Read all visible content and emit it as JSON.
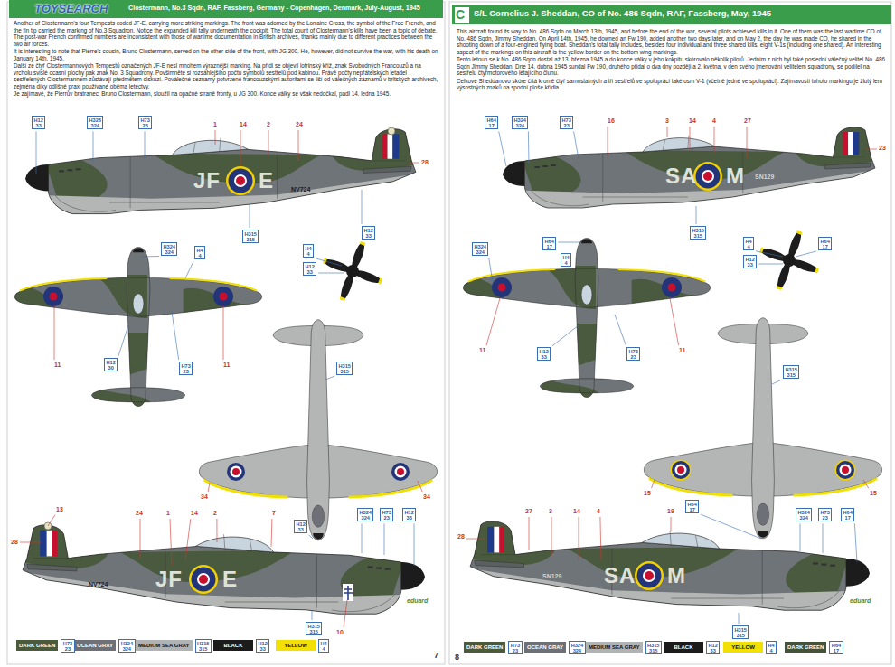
{
  "diagram": {
    "nodes": [
      {
        "text": [
          "Clostermann, No.3 Sqdn, RAF, Fassberg, Germany - Copenhagen, Denmark, July-August, 1945"
        ]
      },
      {
        "text": [
          "S/L Cornelius J. Sheddan, CO of No. 486 Sqdn, RAF, Fassberg, May, 1945"
        ]
      },
      {
        "text": [
          "C"
        ],
        "in": 1
      }
    ],
    "labels": [
      "Another of Clostermann's four Tempests coded JF-E, carrying more striking markings. The front was adorned by the Lorraine Cross, the symbol of the Free French, and the fin tip carried the marking of No.3 Squadron. Notice the expanded kill tally underneath the cockpit. The total count of Clostermann's kills have been a topic of debate. The post-war French confirmed numbers are inconsistent with those of wartime documentation in British archives, thanks mainly due to different practices between the two air forces.",
      "It is interesting to note that Pierre's cousin, Bruno Clostermann, served on the other side of the front, with JG 300. He, however, did not survive the war, with his death on January 14th, 1945.",
      "Další ze čtyř Clostermannových Tempestů označených JF-E nesl mnohem výraznější marking. Na přídi se objevil lotrinský kříž, znak Svobodných Francouzů a na vrcholu svislé ocasní plochy pak znak No. 3 Squadrony. Povšimněte si rozsáhlejšího počtu symbolů sestřelů pod kabinou. Právě počty nepřátelských letadel sestřelených Clostermannem zůstávají předmětem diskuzí. Poválečné seznamy potvrzené francouzskými autoritami se liší od válečných záznamů v britských archivech, zejména díky odlišné praxi používané oběma letectvy.",
      "Je zajímavé, že Pierrův bratranec, Bruno Clostermann, sloužil na opačné straně fronty, u JG 300. Konce války se však nedočkal, padl 14. ledna 1945.",
      "This aircraft found its way to No. 486 Sqdn on March 13th, 1945, and before the end of the war, several pilots achieved kills in it. One of them was the last wartime CO of No. 486 Sqdn, Jimmy Sheddan. On April 14th, 1945, he downed an Fw 190, added another two days later, and on May 2, the day he was made CO, he shared in the shooting down of a four-engined flying boat. Sheddan's total tally includes, besides four individual and three shared kills, eight V-1s (including one shared). An interesting aspect of the markings on this aircraft is the yellow border on the bottom wing markings.",
      "Tento letoun se k No. 486 Sqdn dostal až 13. března 1945 a do konce války v jeho kokpitu skórovalo několik pilotů. Jedním z nich byl také poslední válečný velitel No. 486 Sqdn Jimmy Sheddan. Dne 14. dubna 1945 sundal Fw 190, druhého přidal o dva dny později a 2. května, v den svého jmenování velitelem squadrony, se podílel na sestřelu čtyřmotorového létajícího člunu.",
      "Celkové Sheddanovo skóre čítá kromě čtyř samostatných a tří sestřelů ve spolupráci také osm V-1 (včetně jedné ve spolupráci). Zajímavostí tohoto markingu je žlutý lem výsostných znaků na spodní ploše křídla.",
      "TOYSEARCH",
      "JF",
      "E",
      "NV724",
      "JF",
      "E",
      "NV724",
      "SA",
      "M",
      "SN129",
      "SA",
      "M",
      "SN129",
      "H12 33",
      "H328 324",
      "H73 23",
      "1",
      "14",
      "2",
      "24",
      "28",
      "H315 315",
      "H12 33",
      "H324 324",
      "H4 4",
      "11",
      "H12 30",
      "H73 23",
      "11",
      "H4 4",
      "H12 33",
      "H315 315",
      "34",
      "34",
      "H12 33",
      "13",
      "28",
      "24",
      "1",
      "14",
      "2",
      "7",
      "H324 324",
      "H73 23",
      "H12 33",
      "H315 315",
      "10",
      "H64 17",
      "H324 324",
      "H73 23",
      "16",
      "3",
      "14",
      "4",
      "27",
      "23",
      "H315 315",
      "H324 324",
      "H64 17",
      "H4 4",
      "11",
      "H12 33",
      "H73 23",
      "11",
      "H4 4",
      "H64 17",
      "H12 33",
      "H315 315",
      "15",
      "15",
      "H64 17",
      "27",
      "3",
      "14",
      "4",
      "19",
      "H324 324",
      "H73 23",
      "H64 17",
      "28",
      "H315 315",
      "H73 23",
      "H324 324",
      "H315 315",
      "H12 33",
      "H4 4",
      "H73 23",
      "H324 324",
      "H315 315",
      "H12 33",
      "H4 4",
      "H64 17",
      "7",
      "8",
      "eduard",
      "eduard"
    ],
    "legend": [
      {
        "text": "DARK GREEN",
        "color": "#4a5a3a"
      },
      {
        "text": "OCEAN GRAY",
        "color": "#6d7177"
      },
      {
        "text": "MEDIUM SEA GRAY",
        "color": "#b0b3b3"
      },
      {
        "text": "BLACK",
        "color": "#1b1b1b"
      },
      {
        "text": "YELLOW",
        "color": "#f2e100"
      },
      {
        "text": "DARK GREEN",
        "color": "#4a5a3a"
      },
      {
        "text": "OCEAN GRAY",
        "color": "#6d7177"
      },
      {
        "text": "MEDIUM SEA GRAY",
        "color": "#b0b3b3"
      },
      {
        "text": "BLACK",
        "color": "#1b1b1b"
      },
      {
        "text": "YELLOW",
        "color": "#f2e100"
      },
      {
        "text": "DARK GREEN",
        "color": "#44523a"
      }
    ]
  }
}
